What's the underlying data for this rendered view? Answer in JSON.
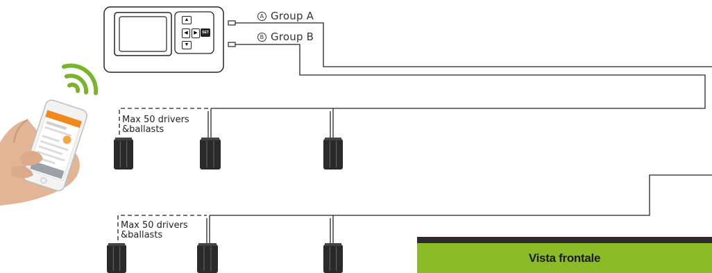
{
  "controller": {
    "keys": [
      "▲",
      "◀",
      "▶",
      "▼",
      "SET"
    ]
  },
  "groups": [
    {
      "badge": "A",
      "label": "Group A"
    },
    {
      "badge": "B",
      "label": "Group B"
    }
  ],
  "max_label_line1": "Max 50 drivers",
  "max_label_line2": "&ballasts",
  "banner_title": "Vista frontale",
  "colors": {
    "wire": "#222222",
    "driver": "#2a2a2a",
    "wifi": "#7ab32e",
    "banner_green": "#8cbb28",
    "banner_bar": "#2b2b2b"
  }
}
